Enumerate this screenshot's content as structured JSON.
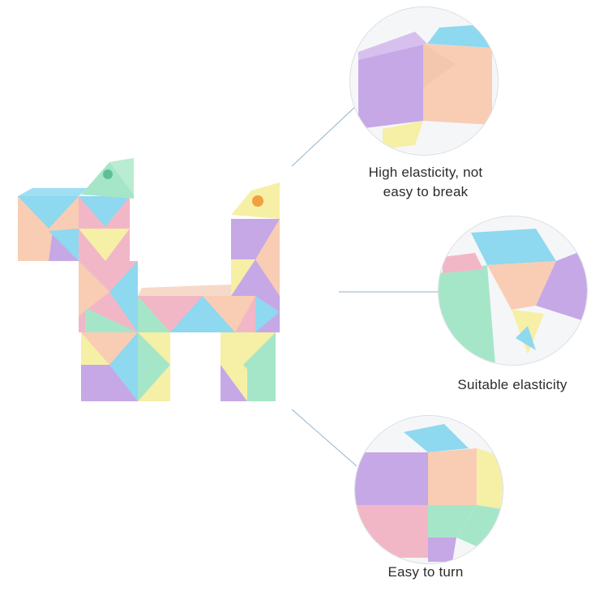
{
  "features": [
    {
      "caption": "High elasticity, not\neasy to break"
    },
    {
      "caption": "Suitable elasticity"
    },
    {
      "caption": "Easy to turn"
    }
  ],
  "colors": {
    "peach": "#F8CDB4",
    "pink": "#F2B7C6",
    "yellow": "#F6EFA6",
    "mint": "#A6E6C8",
    "blue": "#8ED8F0",
    "lavender": "#C6A8E6",
    "line": "#8FB3CC"
  },
  "icons": [
    "magic-snake-puzzle-image",
    "zoom-detail-image"
  ]
}
